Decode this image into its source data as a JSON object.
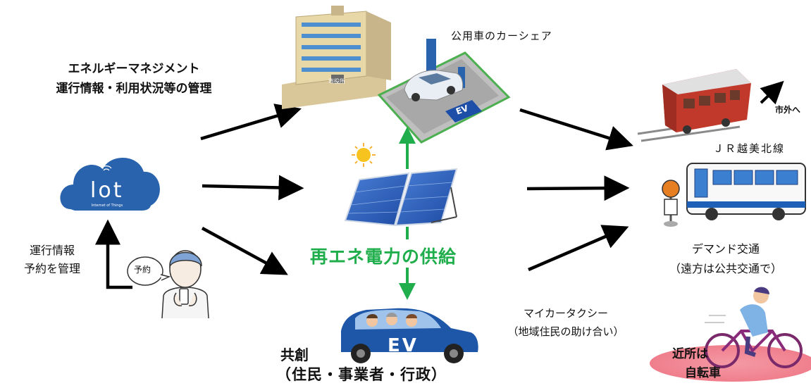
{
  "labels": {
    "mgmt_line1": "エネルギーマネジメント",
    "mgmt_line2": "運行情報・利用状況等の管理",
    "car_share": "公用車のカーシェア",
    "jr_line": "ＪＲ越美北線",
    "shigai": "市外へ",
    "demand_line1": "デマンド交通",
    "demand_line2": "（遠方は公共交通で）",
    "supply": "再エネ電力の供給",
    "maicar_line1": "マイカータクシー",
    "maicar_line2": "（地域住民の助け合い）",
    "kyoso_line1": "共創",
    "kyoso_line2": "（住民・事業者・行政）",
    "unko_line1": "運行情報",
    "unko_line2": "予約を管理",
    "bike_line1": "近所は",
    "bike_line2": "自転車"
  },
  "iot": {
    "logo": "lot",
    "caption": "Internet of Things"
  },
  "phone_bubble": "予約",
  "ev_badge": "EV",
  "car_text": "EV",
  "building_sign": "市役所",
  "colors": {
    "arrow": "#000000",
    "supply_green": "#1fae4b",
    "cloud_blue": "#2a63ad",
    "bike_pad": "#f07e8c"
  }
}
